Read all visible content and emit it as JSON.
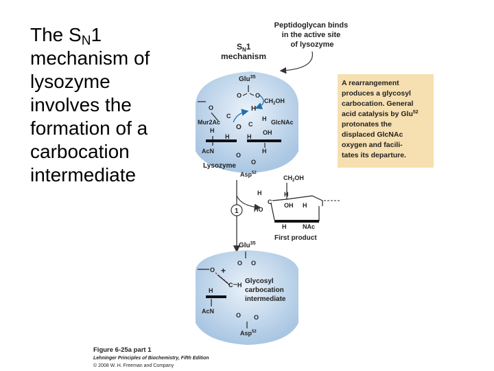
{
  "slide": {
    "title_part1": "The S",
    "title_sub": "N",
    "title_part2": "1",
    "lines": [
      "mechanism of",
      "lysozyme",
      "involves the",
      "formation of a",
      "carbocation",
      "intermediate"
    ]
  },
  "diagram": {
    "callout_top": [
      "Peptidoglycan binds",
      "in the active site",
      "of lysozyme"
    ],
    "mechanism_label_s": "S",
    "mechanism_label_n": "N",
    "mechanism_label_1": "1",
    "mechanism_label_2": "mechanism",
    "info_box": [
      "A rearrangement",
      "produces a glycosyl",
      "carbocation. General",
      "acid catalysis by Glu",
      "protonates the",
      "displaced GlcNAc",
      "oxygen and facili-",
      "tates its departure."
    ],
    "info_box_sup": "52",
    "glu35": "Glu",
    "glu35_sup": "35",
    "asp52": "Asp",
    "asp52_sup": "52",
    "mur2ac": "Mur2Ac",
    "glcnac": "GlcNAc",
    "lysozyme": "Lysozyme",
    "acn": "AcN",
    "ch2oh": "CH",
    "ch2oh_tail": "OH",
    "ch2oh_sub": "2",
    "oh": "OH",
    "h": "H",
    "o": "O",
    "c": "C",
    "ho": "HO",
    "nac": "NAc",
    "step_number": "1",
    "first_product": "First product",
    "carbocation_label": [
      "Glycosyl",
      "carbocation",
      "intermediate"
    ],
    "figure_caption": "Figure 6-25a part 1",
    "book_title": "Lehninger Principles of Biochemistry, Fifth Edition",
    "copyright": "© 2008 W. H. Freeman and Company"
  },
  "colors": {
    "info_box_bg": "#f6dfb0",
    "enzyme_blue": "#bcd4ea",
    "highlight_red": "#d22a2a"
  }
}
